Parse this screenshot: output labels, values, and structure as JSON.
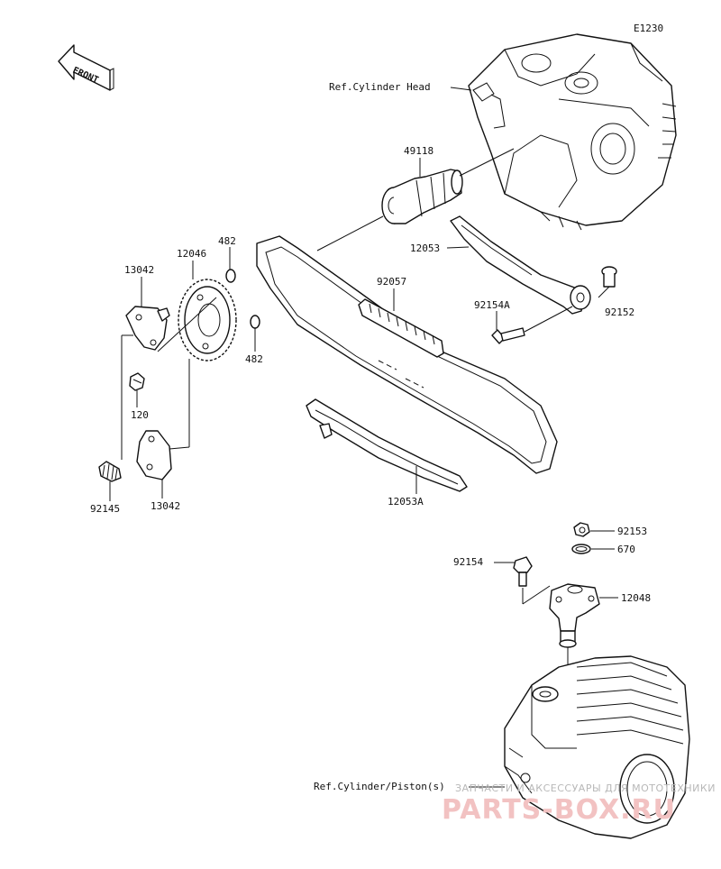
{
  "diagram_code": "E1230",
  "front_badge": "FRONT",
  "references": {
    "cylinder_head": "Ref.Cylinder Head",
    "cylinder_piston": "Ref.Cylinder/Piston(s)"
  },
  "parts": {
    "camshaft": "49118",
    "sprocket": "12046",
    "circlip_top": "482",
    "circlip_bottom": "482",
    "weight_upper": "13042",
    "weight_lower": "13042",
    "bolt_120": "120",
    "spring": "92145",
    "chain": "92057",
    "guide_upper": "12053",
    "bolt_92154a": "92154A",
    "collar": "92152",
    "guide_lower": "12053A",
    "nut": "92153",
    "oring": "670",
    "bolt_92154": "92154",
    "tensioner": "12048"
  },
  "watermark": {
    "line1": "ЗАПЧАСТИ И АКСЕССУАРЫ ДЛЯ МОТОТЕХНИКИ",
    "line2": "PARTS-BOX.RU"
  }
}
